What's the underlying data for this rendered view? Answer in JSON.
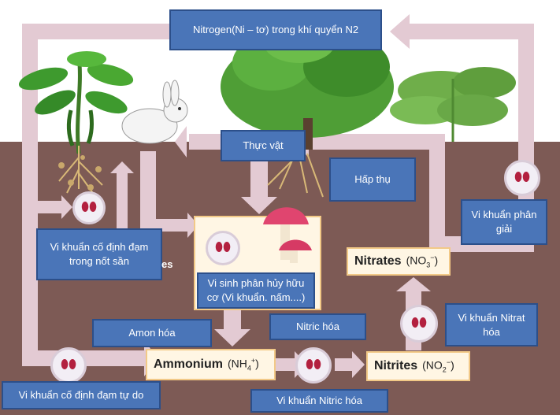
{
  "colors": {
    "sky": "#ffffff",
    "soil": "#7d5a55",
    "arrow": "#e3cad3",
    "label_fill": "#4a75b8",
    "label_border": "#2c4f8a",
    "chem_fill": "#fff6e4",
    "chem_border": "#f2c987",
    "bacteria_fill": "#f2eef5",
    "bacteria": "#b3203f",
    "mushroom_cap": "#e0456f",
    "leaf": "#3e9a2e",
    "root": "#d8b877"
  },
  "labels": {
    "atmosphere": "Nitrogen(Ni – tơ)  trong khí quyển N2",
    "plants": "Thực vật",
    "absorption": "Hấp thụ",
    "decomposer_bacteria": "Vi khuẩn phân giải",
    "nodule_fixers": "Vi khuẩn cố định đạm trong nốt sần",
    "decomposers": "Vi sinh phân hủy hữu cơ (Vi khuẩn. nấm....)",
    "ammonification": "Amon hóa",
    "nitrification": "Nitric hóa",
    "nitrate_bacteria": "Vi khuẩn Nitrat hóa",
    "free_fixers": "Vi khuẩn cố định đạm tự do",
    "nitrite_bacteria": "Vi khuẩn Nitric hóa"
  },
  "chemicals": {
    "nitrates": {
      "name": "Nitrates",
      "formula": "(NO",
      "sub": "3",
      "sup": "−",
      "close": ")"
    },
    "ammonium": {
      "name": "Ammonium",
      "formula": "(NH",
      "sub": "4",
      "sup": "+",
      "close": ")"
    },
    "nitrites": {
      "name": "Nitrites",
      "formula": "(NO",
      "sub": "2",
      "sup": "−",
      "close": ")"
    }
  },
  "stray_text": "es"
}
